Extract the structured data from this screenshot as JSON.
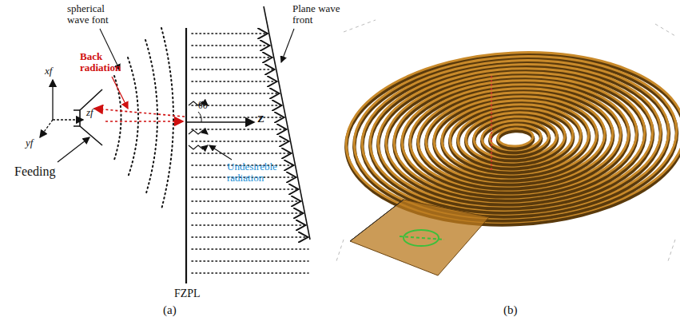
{
  "diagram": {
    "labels": [
      "spherical wave font",
      "Plane wave front",
      "Back radiation",
      "xf",
      "yf",
      "zf",
      "Feeding",
      "θ0",
      "Z",
      "Undesireble radiation",
      "FZPL",
      "(a)",
      "(b)"
    ]
  }
}
